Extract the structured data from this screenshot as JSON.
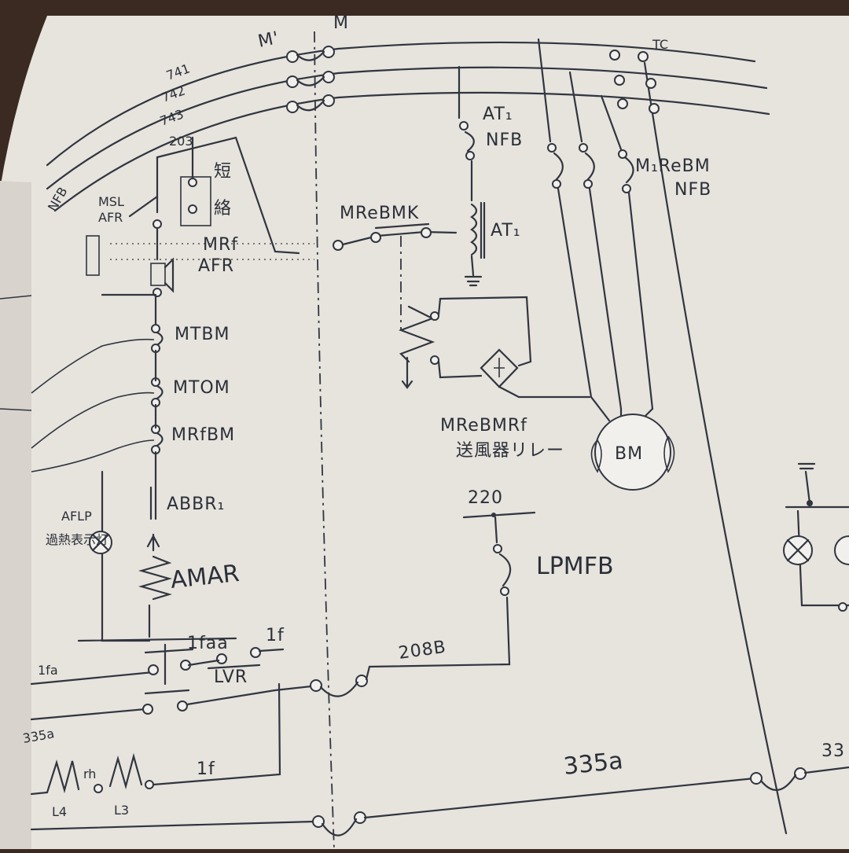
{
  "diagram": {
    "labels": {
      "m_prime": "M'",
      "m": "M",
      "tc": "TC",
      "w741": "741",
      "w742": "742",
      "w743": "743",
      "w203": "203",
      "nfb_left": "NFB",
      "msl": "MSL",
      "afr": "AFR",
      "tanraku1": "短",
      "tanraku2": "絡",
      "mrf": "MRf",
      "mrf_afr": "AFR",
      "mtbm": "MTBM",
      "mtom": "MTOM",
      "mrfbm": "MRfBM",
      "abbr1": "ABBR₁",
      "amar": "AMAR",
      "aflp": "AFLP",
      "aflp_jp": "過熱表示灯",
      "mrebmk": "MReBMK",
      "at1_top": "AT₁",
      "nfb_at": "NFB",
      "at1_coil": "AT₁",
      "m1rebm": "M₁ReBM",
      "nfb_right": "NFB",
      "mrebmrf": "MReBMRf",
      "blower_jp": "送風器リレー",
      "bm": "BM",
      "w220": "220",
      "lpmfb": "LPMFB",
      "w208b": "208B",
      "w1faa": "1faa",
      "w1f_top": "1f",
      "lvr": "LVR",
      "w1fa": "1fa",
      "rh": "rh",
      "l4": "L4",
      "l3": "L3",
      "w1f_bot": "1f",
      "w335a": "335a",
      "w335_edge": "33",
      "w335a_left": "335a"
    }
  }
}
